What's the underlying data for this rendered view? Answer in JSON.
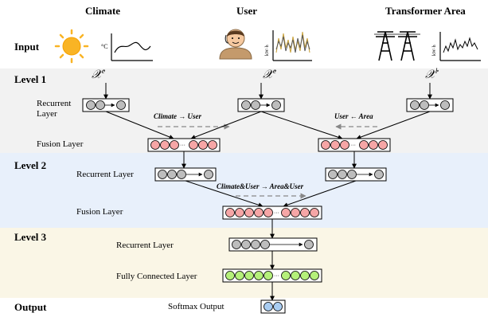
{
  "header": {
    "climate": "Climate",
    "user": "User",
    "transformer_area": "Transformer Area"
  },
  "input": {
    "label": "Input",
    "climate_unit": "°C",
    "user_unit": "kW·h",
    "area_unit": "kW·h"
  },
  "level1": {
    "label": "Level 1",
    "var_climate": "𝒳",
    "var_climate_sup": "c",
    "var_user": "𝒳",
    "var_user_sup": "e",
    "var_area": "𝒳",
    "var_area_sup": "l",
    "recurrent_line1": "Recurrent",
    "recurrent_line2": "Layer",
    "climate_user": "Climate → User",
    "user_area": "User ← Area",
    "fusion_layer": "Fusion Layer"
  },
  "level2": {
    "label": "Level 2",
    "recurrent_layer": "Recurrent Layer",
    "climate_user_area": "Climate&User → Area&User",
    "fusion_layer": "Fusion Layer"
  },
  "level3": {
    "label": "Level 3",
    "recurrent_layer": "Recurrent Layer",
    "fully_connected": "Fully Connected Layer"
  },
  "output": {
    "label": "Output",
    "softmax": "Softmax Output"
  },
  "colors": {
    "band_level1": "#f2f2f2",
    "band_level2": "#e8f0fb",
    "band_level3": "#faf6e6",
    "grey_node": "#bdbdbd",
    "pink_node": "#f6a6a6",
    "green_node": "#b5f07a",
    "blue_node": "#a9cdf2",
    "sun": "#f9b425"
  }
}
